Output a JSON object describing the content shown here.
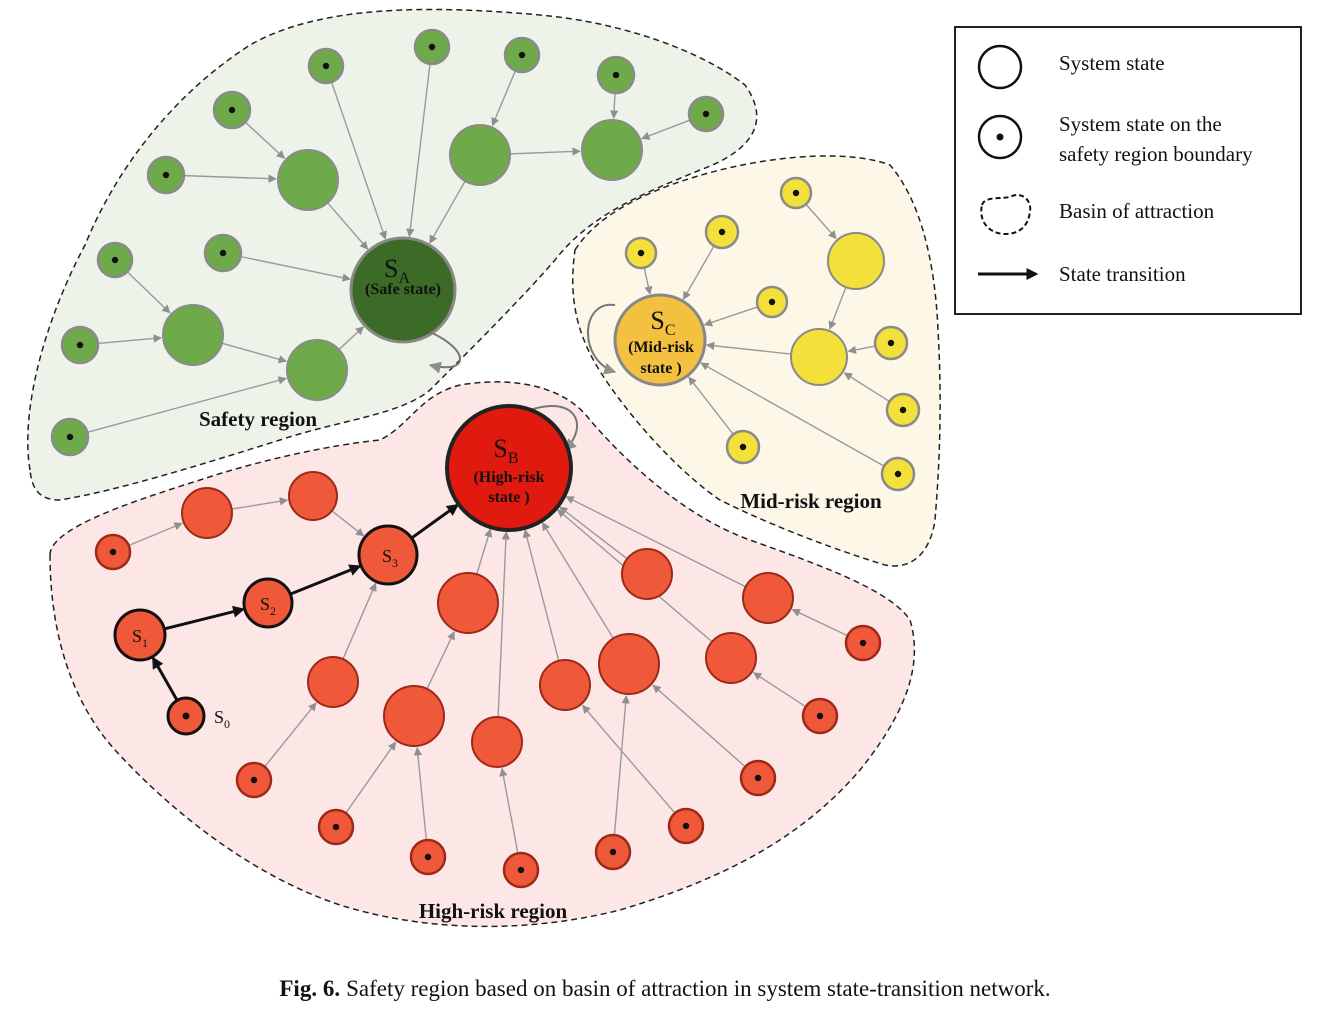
{
  "regions": {
    "safety": {
      "label": "Safety region",
      "fill": "#eef3ea"
    },
    "midrisk": {
      "label": "Mid-risk region",
      "fill": "#fdf7e8"
    },
    "highrisk": {
      "label": "High-risk region",
      "fill": "#fde6e6"
    }
  },
  "attractors": {
    "sa": {
      "symbol": "S",
      "sub": "A",
      "label": "(Safe state)",
      "fill": "#3b6b26"
    },
    "sb": {
      "symbol": "S",
      "sub": "B",
      "label1": "(High-risk",
      "label2": "state )",
      "fill": "#e01a0e"
    },
    "sc": {
      "symbol": "S",
      "sub": "C",
      "label1": "(Mid-risk",
      "label2": "state )",
      "fill": "#f4c040"
    }
  },
  "path_states": [
    {
      "symbol": "S",
      "sub": "0"
    },
    {
      "symbol": "S",
      "sub": "1"
    },
    {
      "symbol": "S",
      "sub": "2"
    },
    {
      "symbol": "S",
      "sub": "3"
    }
  ],
  "legend": {
    "items": [
      {
        "icon": "system-state-icon",
        "label": "System state"
      },
      {
        "icon": "boundary-state-icon",
        "label": "System state on the",
        "label2": "safety region  boundary"
      },
      {
        "icon": "basin-icon",
        "label": "Basin of attraction"
      },
      {
        "icon": "transition-arrow-icon",
        "label": "State transition"
      }
    ]
  },
  "colors": {
    "green_node": "#6faa4a",
    "yellow_node": "#f3e03a",
    "red_node": "#f0583a",
    "edge": "#9a9a9a"
  },
  "caption": {
    "fig": "Fig. 6.",
    "text": "Safety region based on basin of attraction in system state-transition network."
  }
}
